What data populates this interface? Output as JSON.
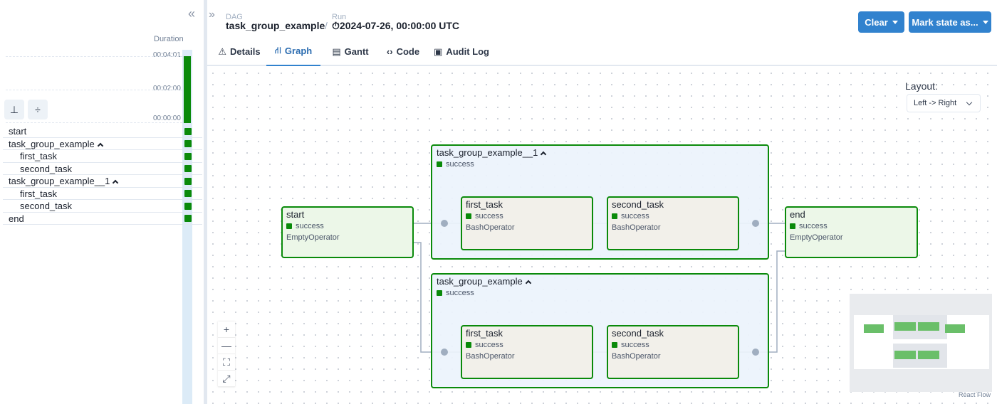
{
  "colors": {
    "success": "#0a8a0a",
    "accent": "#3182ce"
  },
  "grid": {
    "collapse_icon": "«",
    "duration_label": "Duration",
    "duration_ticks": [
      "00:04:01",
      "00:02:00",
      "00:00:00"
    ],
    "expand_all_icon": "⊥",
    "collapse_all_icon": "÷",
    "tasks": [
      {
        "label": "start",
        "indent": 0,
        "group": false,
        "state": "success"
      },
      {
        "label": "task_group_example",
        "indent": 0,
        "group": true,
        "state": "success"
      },
      {
        "label": "first_task",
        "indent": 1,
        "group": false,
        "state": "success"
      },
      {
        "label": "second_task",
        "indent": 1,
        "group": false,
        "state": "success"
      },
      {
        "label": "task_group_example__1",
        "indent": 0,
        "group": true,
        "state": "success"
      },
      {
        "label": "first_task",
        "indent": 1,
        "group": false,
        "state": "success"
      },
      {
        "label": "second_task",
        "indent": 1,
        "group": false,
        "state": "success"
      },
      {
        "label": "end",
        "indent": 0,
        "group": false,
        "state": "success"
      }
    ]
  },
  "header": {
    "expand_icon": "»",
    "dag_label": "DAG",
    "dag_id": "task_group_example",
    "separator": "/",
    "run_label": "Run",
    "run_value": "⏱2024-07-26, 00:00:00 UTC",
    "clear_button": "Clear",
    "mark_state_button": "Mark state as..."
  },
  "tabs": [
    {
      "label": "Details",
      "icon": "⚠",
      "active": false
    },
    {
      "label": "Graph",
      "icon": "⛙",
      "active": true
    },
    {
      "label": "Gantt",
      "icon": "▤",
      "active": false
    },
    {
      "label": "Code",
      "icon": "‹›",
      "active": false
    },
    {
      "label": "Audit Log",
      "icon": "▣",
      "active": false
    }
  ],
  "graph": {
    "layout_label": "Layout:",
    "layout_value": "Left -> Right",
    "groups": [
      {
        "title": "task_group_example__1",
        "status": "success"
      },
      {
        "title": "task_group_example",
        "status": "success"
      }
    ],
    "nodes": [
      {
        "title": "start",
        "status": "success",
        "operator": "EmptyOperator"
      },
      {
        "title": "first_task",
        "status": "success",
        "operator": "BashOperator"
      },
      {
        "title": "second_task",
        "status": "success",
        "operator": "BashOperator"
      },
      {
        "title": "first_task",
        "status": "success",
        "operator": "BashOperator"
      },
      {
        "title": "second_task",
        "status": "success",
        "operator": "BashOperator"
      },
      {
        "title": "end",
        "status": "success",
        "operator": "EmptyOperator"
      }
    ],
    "zoom_controls": [
      "+",
      "—",
      "⛶",
      "⤢"
    ],
    "attribution": "React Flow"
  }
}
